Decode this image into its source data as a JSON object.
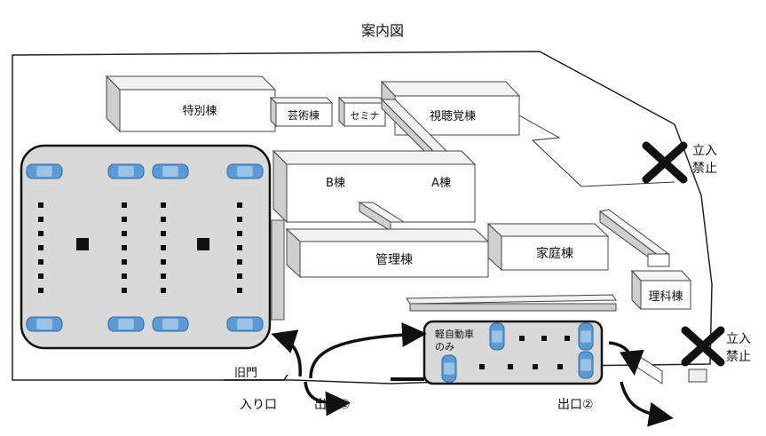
{
  "title": "案内図",
  "buildings": {
    "tokubetsu": "特別棟",
    "geijutsu": "芸術棟",
    "semina": "セミナ",
    "shichokaku": "視聴覚棟",
    "b": "B棟",
    "a": "A棟",
    "kanri": "管理棟",
    "katei": "家庭棟",
    "rika": "理科棟"
  },
  "no_entry": [
    "立入",
    "禁止"
  ],
  "gate_old": "旧門",
  "entrance": "入り口",
  "exit1": "出口①",
  "exit2": "出口②",
  "kei_lot": [
    "軽自動車",
    "のみ"
  ],
  "colors": {
    "lot": "#d9d9d9",
    "car": "#5b9bd5",
    "car_dark": "#2e6da4",
    "x_mark": "#111111"
  }
}
